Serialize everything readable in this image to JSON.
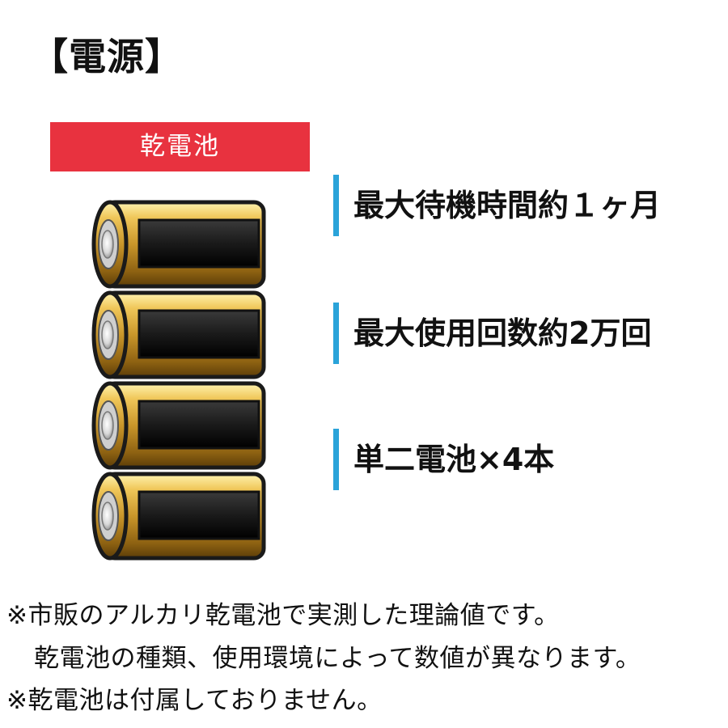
{
  "title": "【電源】",
  "battery_label": "乾電池",
  "battery_count": 4,
  "specs": [
    "最大待機時間約１ヶ月",
    "最大使用回数約2万回",
    "単二電池×4本"
  ],
  "notes": [
    "※市販のアルカリ乾電池で実測した理論値です。",
    "乾電池の種類、使用環境によって数値が異なります。",
    "※乾電池は付属しておりません。"
  ],
  "colors": {
    "label_background": "#e8323f",
    "spec_accent": "#2aa3d9",
    "battery_gold": "#c9962a",
    "battery_band": "#1a1a1a"
  },
  "icons": [
    "battery-icon"
  ]
}
